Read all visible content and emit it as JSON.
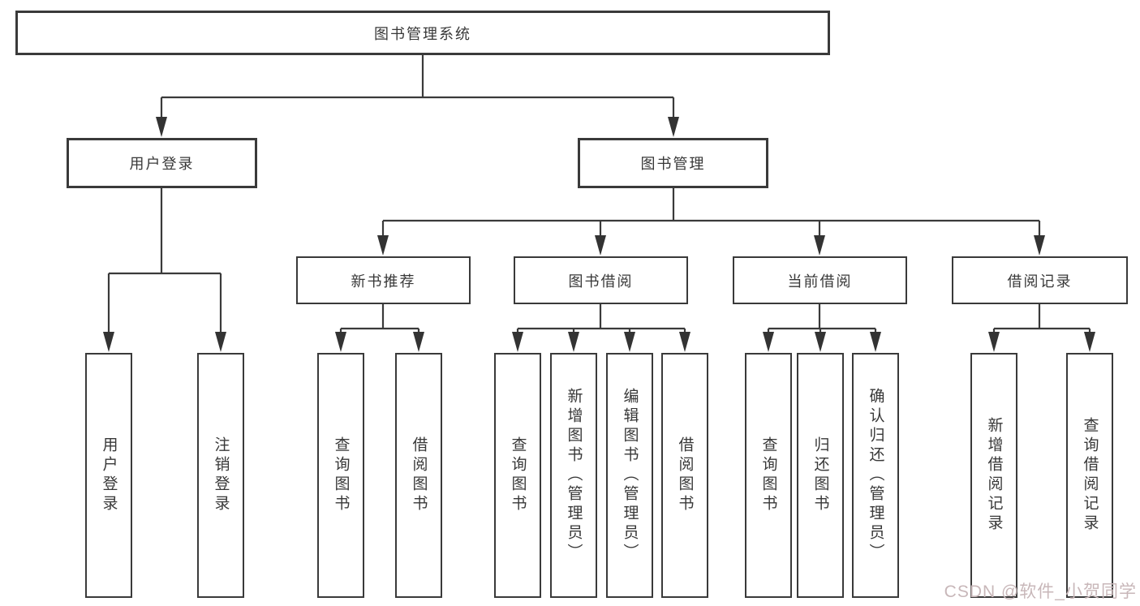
{
  "tree": {
    "root": {
      "label": "图书管理系统"
    },
    "branches": [
      {
        "label": "用户登录",
        "children": [
          {
            "label": "用户登录"
          },
          {
            "label": "注销登录"
          }
        ]
      },
      {
        "label": "图书管理",
        "children": [
          {
            "label": "新书推荐",
            "children": [
              {
                "label": "查询图书"
              },
              {
                "label": "借阅图书"
              }
            ]
          },
          {
            "label": "图书借阅",
            "children": [
              {
                "label": "查询图书"
              },
              {
                "label": "新增图书（管理员）"
              },
              {
                "label": "编辑图书（管理员）"
              },
              {
                "label": "借阅图书"
              }
            ]
          },
          {
            "label": "当前借阅",
            "children": [
              {
                "label": "查询图书"
              },
              {
                "label": "归还图书"
              },
              {
                "label": "确认归还（管理员）"
              }
            ]
          },
          {
            "label": "借阅记录",
            "children": [
              {
                "label": "新增借阅记录"
              },
              {
                "label": "查询借阅记录"
              }
            ]
          }
        ]
      }
    ]
  },
  "watermark": "CSDN @软件_小贺同学",
  "colors": {
    "line": "#3a3a3a",
    "box_border": "#3a3a3a",
    "text": "#383838",
    "watermark": "#c8b7b9",
    "background": "#ffffff"
  }
}
